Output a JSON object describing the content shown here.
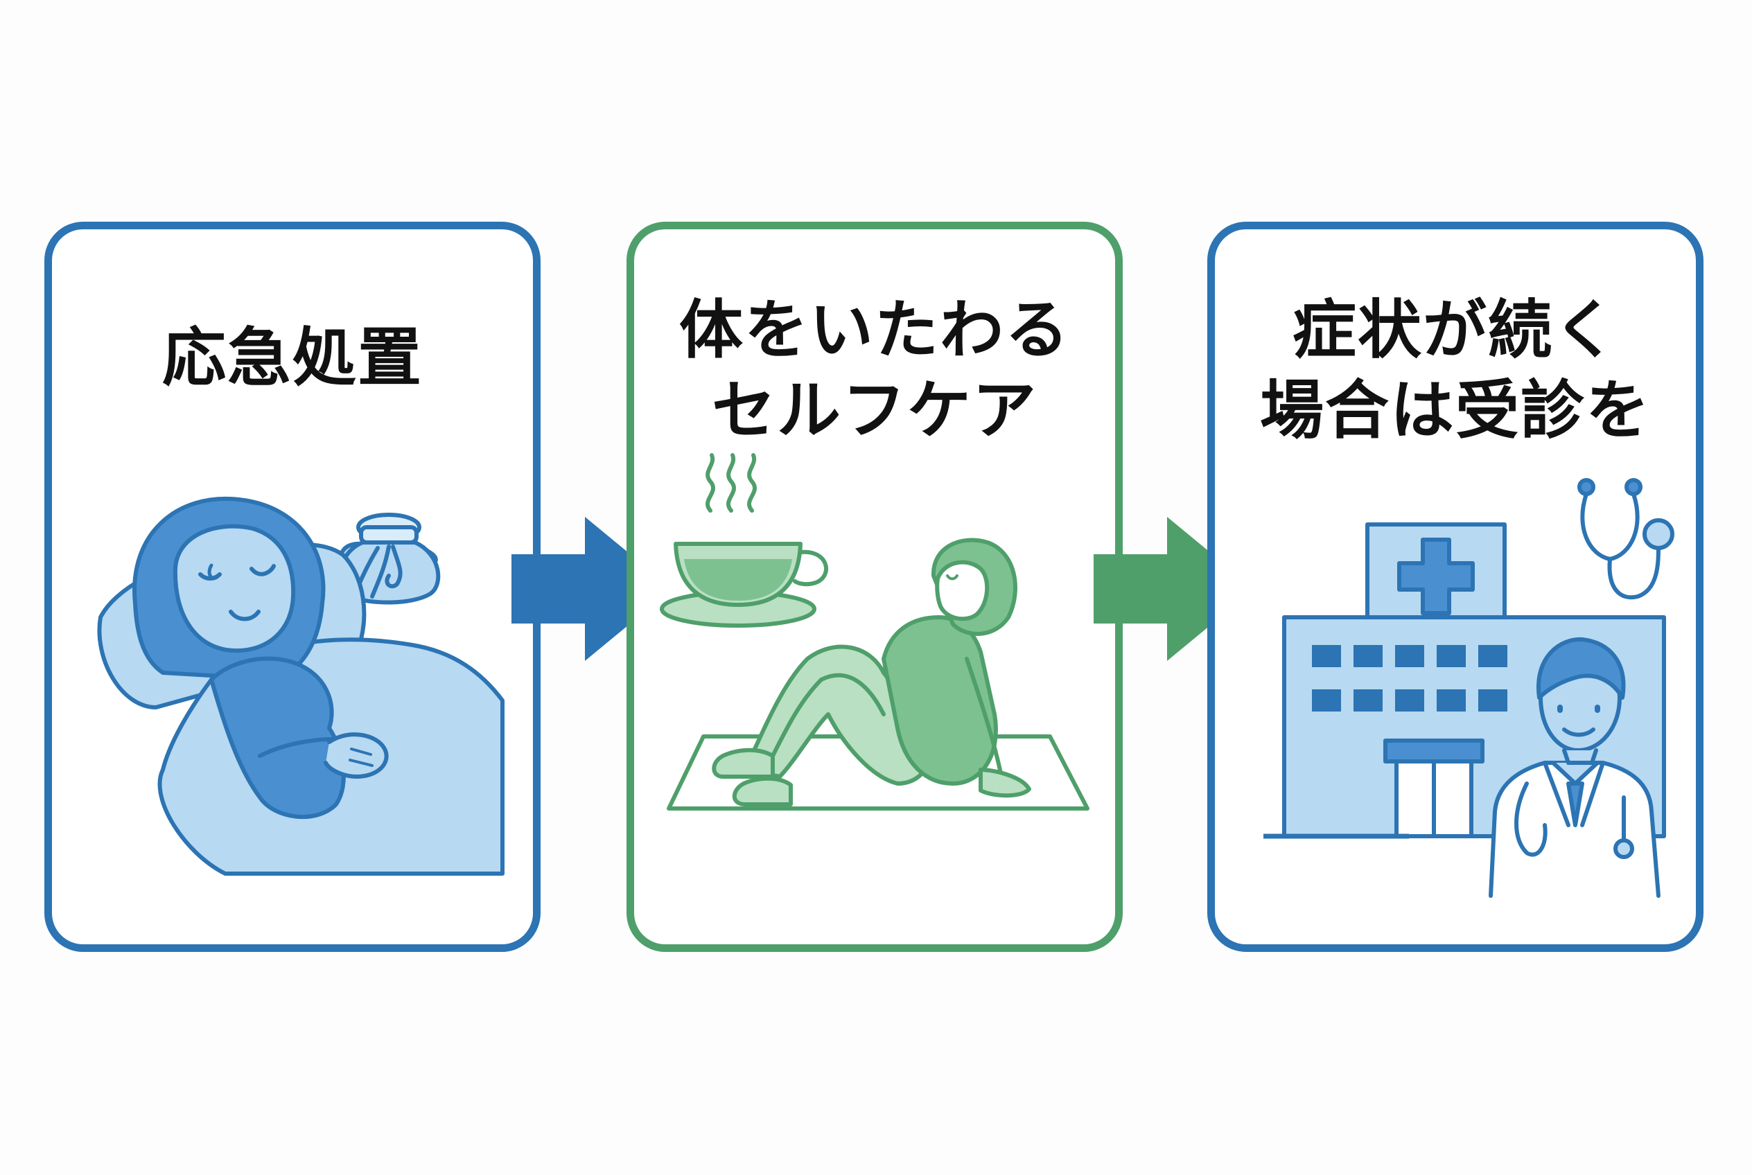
{
  "colors": {
    "blue_stroke": "#2c74b3",
    "blue_fill": "#4a8fd0",
    "blue_light": "#b7d9f2",
    "green_stroke": "#4f9f6b",
    "green_fill": "#7dc191",
    "green_light": "#b9e0c2"
  },
  "steps": [
    {
      "id": "first-aid",
      "title_lines": [
        "応急処置"
      ],
      "accent": "blue",
      "illustration": [
        "sleeping-person-icon",
        "ice-bag-icon"
      ]
    },
    {
      "id": "self-care",
      "title_lines": [
        "体をいたわる",
        "セルフケア"
      ],
      "accent": "green",
      "illustration": [
        "hot-tea-cup-icon",
        "stretching-person-icon",
        "yoga-mat-icon"
      ]
    },
    {
      "id": "see-doctor",
      "title_lines": [
        "症状が続く",
        "場合は受診を"
      ],
      "accent": "blue",
      "illustration": [
        "hospital-building-icon",
        "stethoscope-icon",
        "doctor-icon"
      ]
    }
  ],
  "arrows": [
    {
      "from": "first-aid",
      "to": "self-care",
      "accent": "blue"
    },
    {
      "from": "self-care",
      "to": "see-doctor",
      "accent": "green"
    }
  ]
}
